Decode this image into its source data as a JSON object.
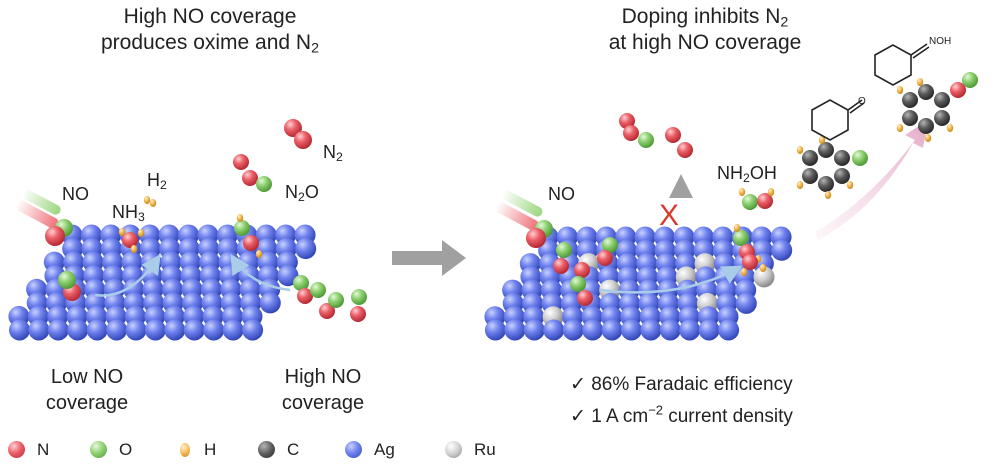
{
  "left": {
    "title_line1": "High NO coverage",
    "title_line2_main": "produces oxime and N",
    "title_line2_sub": "2",
    "label_no": "NO",
    "label_nh3_main": "NH",
    "label_nh3_sub": "3",
    "label_h2_main": "H",
    "label_h2_sub": "2",
    "label_n2_main": "N",
    "label_n2_sub": "2",
    "label_n2o_main": "N",
    "label_n2o_sub": "2",
    "label_n2o_tail": "O",
    "low_caption_line1": "Low NO",
    "low_caption_line2": "coverage",
    "high_caption_line1": "High NO",
    "high_caption_line2": "coverage"
  },
  "right": {
    "title_line1_main": "Doping inhibits N",
    "title_line1_sub": "2",
    "title_line2": "at high NO coverage",
    "label_no": "NO",
    "label_nh2oh_a": "NH",
    "label_nh2oh_sub": "2",
    "label_nh2oh_b": "OH",
    "blocked_mark": "X",
    "oxime_label": "NOH",
    "ketone_label": "O",
    "check_mark": "✓",
    "check1": "86% Faradaic efficiency",
    "check2_a": "1 A cm",
    "check2_sup": "−2",
    "check2_b": " current density"
  },
  "legend": [
    {
      "symbol": "N",
      "color": "#e8515a"
    },
    {
      "symbol": "O",
      "color": "#7cc45e"
    },
    {
      "symbol": "H",
      "color": "#f2b14a"
    },
    {
      "symbol": "C",
      "color": "#555555"
    },
    {
      "symbol": "Ag",
      "color": "#5b6fe0"
    },
    {
      "symbol": "Ru",
      "color": "#c4c4c4"
    }
  ],
  "colors": {
    "n_atom": "#e8515a",
    "o_atom": "#7cc45e",
    "h_atom": "#f2b14a",
    "c_atom": "#555555",
    "ag_atom": "#5b6fe0",
    "ru_atom": "#c4c4c4",
    "arrow_gray": "#a0a0a0",
    "path_arrow": "#a9cde8",
    "big_arrow": "#e3a9c6",
    "x_mark": "#d83a2f"
  }
}
